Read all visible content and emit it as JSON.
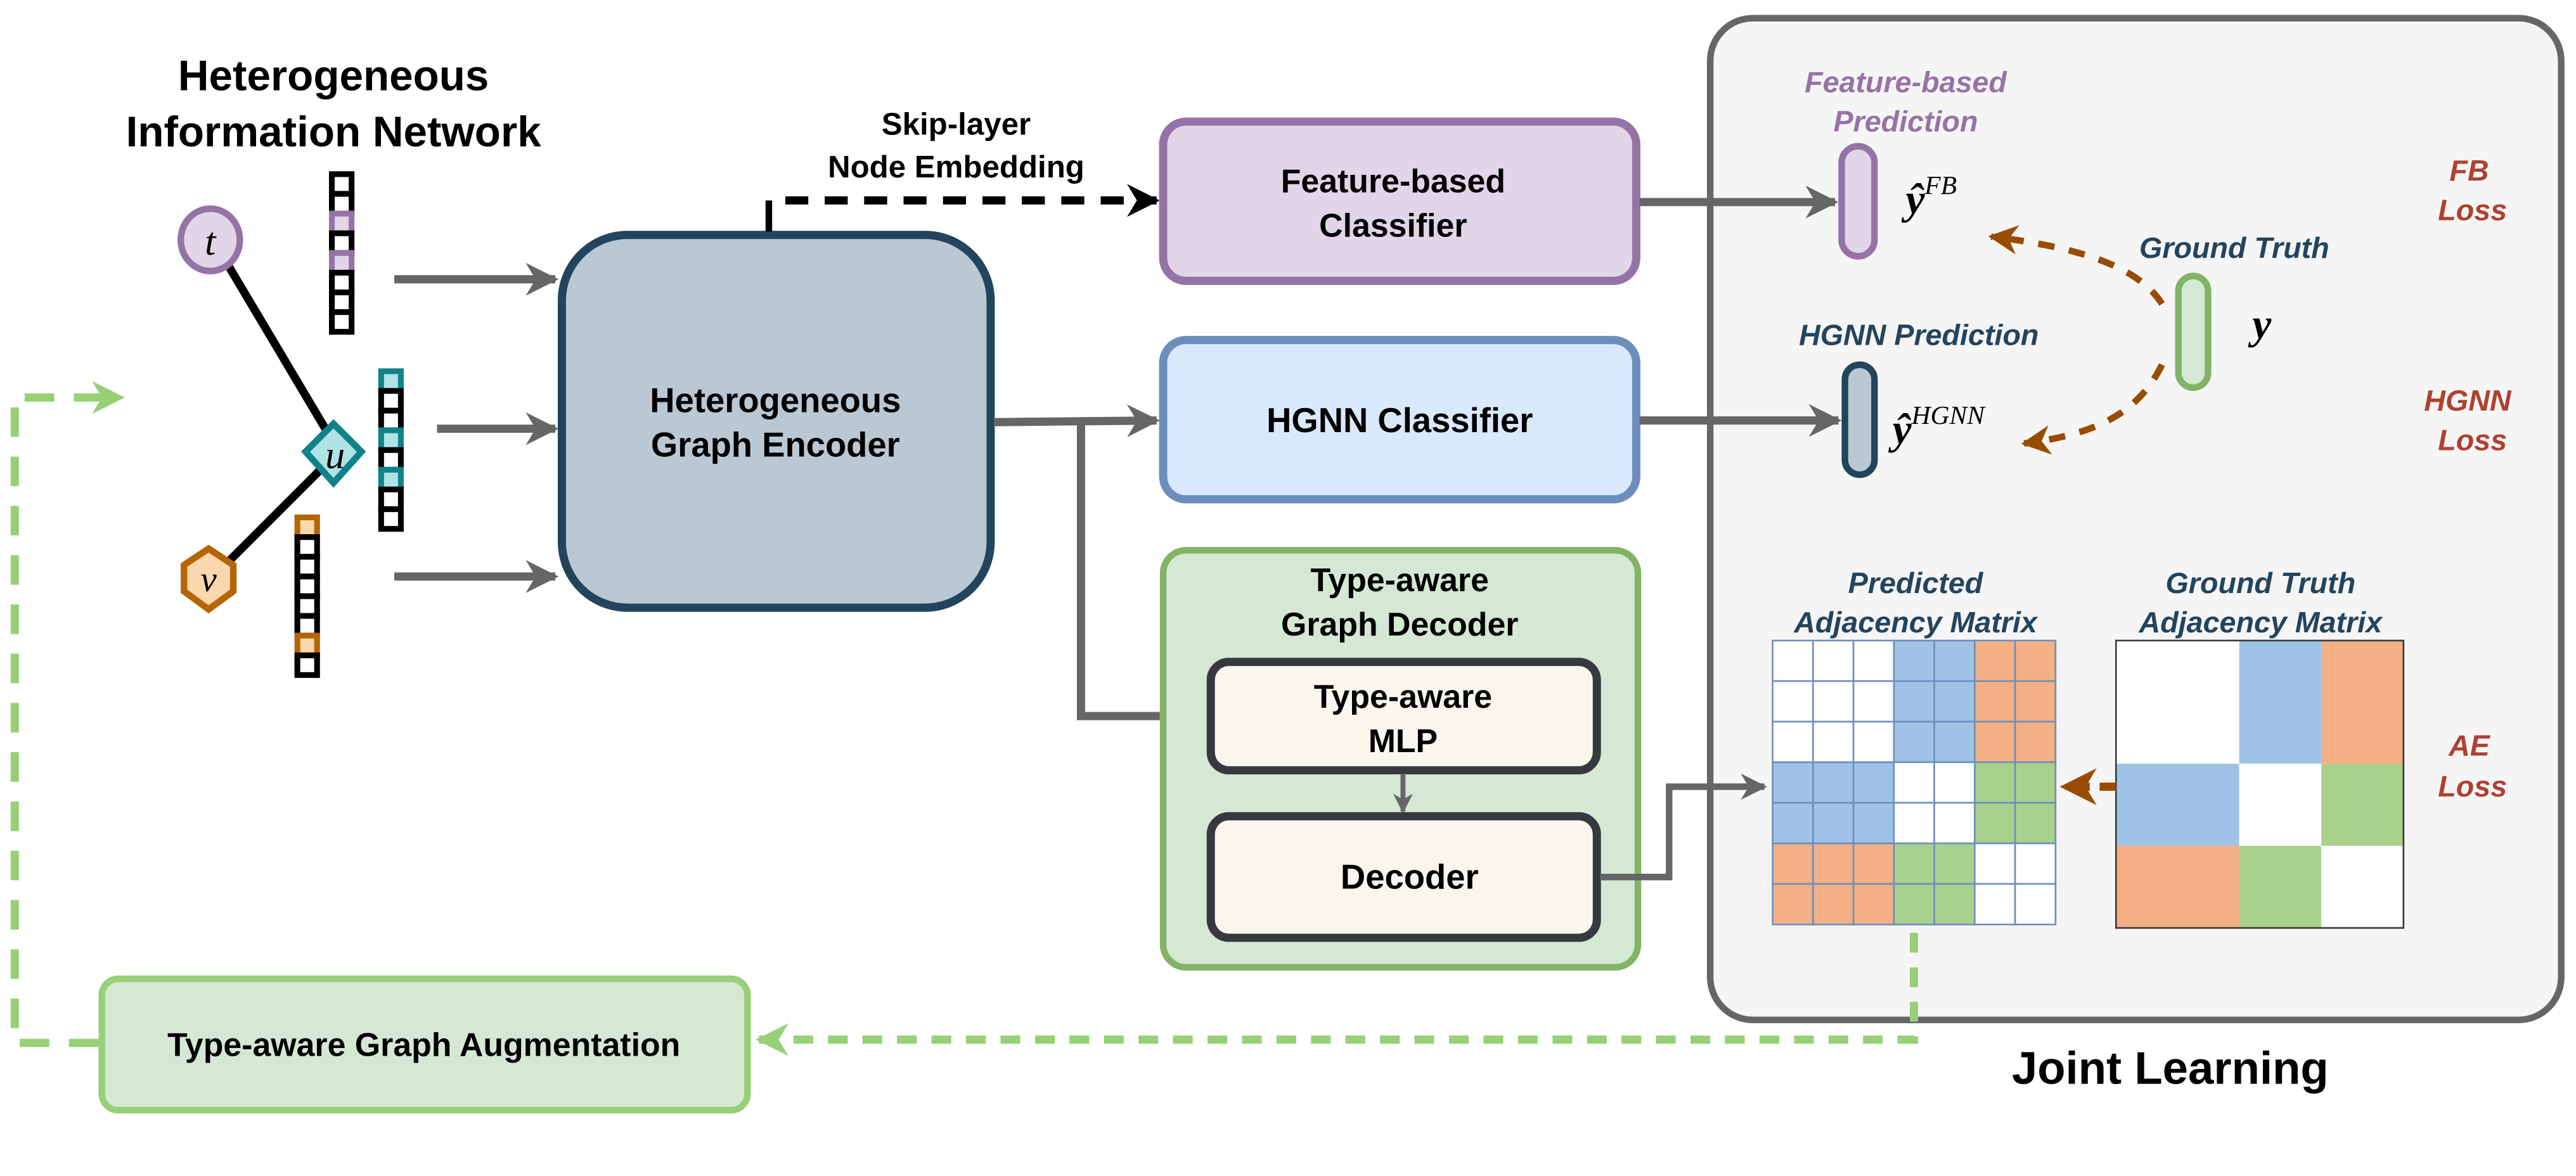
{
  "hin": {
    "title_line1": "Heterogeneous",
    "title_line2": "Information Network",
    "nodes": [
      {
        "label": "t",
        "shape": "circle",
        "stroke": "#9673a6",
        "fill": "#e1d5e7",
        "highlighted_cells": [
          2,
          4
        ]
      },
      {
        "label": "u",
        "shape": "diamond",
        "stroke": "#10828a",
        "fill": "#b0e3e6",
        "highlighted_cells": [
          0,
          3,
          5
        ]
      },
      {
        "label": "v",
        "shape": "hexagon",
        "stroke": "#b46504",
        "fill": "#fad7ac",
        "highlighted_cells": [
          0,
          6
        ]
      }
    ],
    "vector_cells": 8
  },
  "encoder": {
    "line1": "Heterogeneous",
    "line2": "Graph Encoder"
  },
  "skip": {
    "line1": "Skip-layer",
    "line2": "Node Embedding"
  },
  "fb_classifier": {
    "line1": "Feature-based",
    "line2": "Classifier"
  },
  "hgnn_classifier": {
    "label": "HGNN Classifier"
  },
  "decoder_group": {
    "line1": "Type-aware",
    "line2": "Graph Decoder",
    "mlp_line1": "Type-aware",
    "mlp_line2": "MLP",
    "decoder": "Decoder"
  },
  "augmentation": {
    "label": "Type-aware Graph Augmentation"
  },
  "joint": {
    "title": "Joint Learning",
    "fb_pred_line1": "Feature-based",
    "fb_pred_line2": "Prediction",
    "fb_symbol": "ŷ",
    "fb_sup": "FB",
    "hgnn_pred": "HGNN Prediction",
    "hgnn_symbol": "ŷ",
    "hgnn_sup": "HGNN",
    "gt_label": "Ground Truth",
    "gt_symbol": "y",
    "pred_adj_line1": "Predicted",
    "pred_adj_line2": "Adjacency Matrix",
    "gt_adj_line1": "Ground Truth",
    "gt_adj_line2": "Adjacency Matrix",
    "fb_loss_line1": "FB",
    "fb_loss_line2": "Loss",
    "hgnn_loss_line1": "HGNN",
    "hgnn_loss_line2": "Loss",
    "ae_loss_line1": "AE",
    "ae_loss_line2": "Loss"
  },
  "matrix": {
    "block_sizes": [
      3,
      2,
      2
    ],
    "block_colors": [
      [
        "#ffffff",
        "#9fc3e6",
        "#f3b085"
      ],
      [
        "#9fc3e6",
        "#ffffff",
        "#a9d18e"
      ],
      [
        "#f3b085",
        "#a9d18e",
        "#ffffff"
      ]
    ]
  },
  "colors": {
    "purple": "#9673a6",
    "blue_dark": "#23445d",
    "loss_red": "#ae4132",
    "arrow_gray": "#666666",
    "dash_green": "#97d077",
    "dash_brown": "#994c00"
  }
}
